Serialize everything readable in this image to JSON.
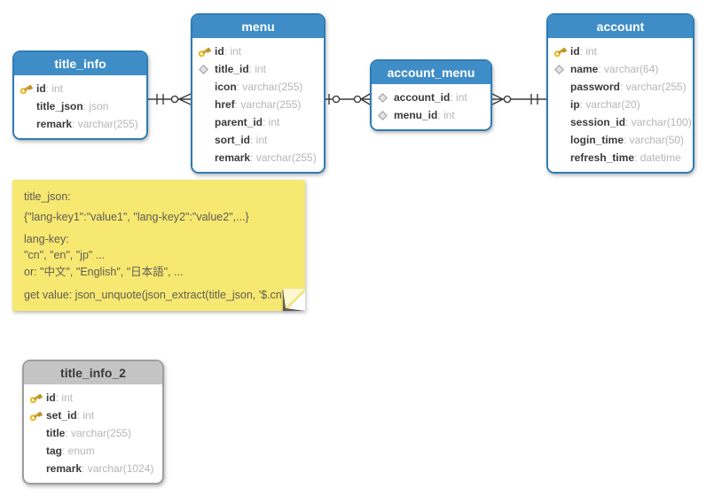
{
  "diagram_type": "database-er-diagram",
  "colors": {
    "table_header_blue": "#3F8DC6",
    "table_border_blue": "#2E7CB5",
    "table_header_gray": "#C4C4C4",
    "table_border_gray": "#9E9E9E",
    "note_yellow": "#F7E871",
    "connector_line": "#3A3A3A",
    "field_name_text": "#3A3A3A",
    "field_type_text": "#B5B5B5",
    "key_icon_gold": "#EEBC2F"
  },
  "tables": [
    {
      "title": "title_info",
      "theme": "blue",
      "fields": [
        {
          "icon": "key-icon",
          "name": "id",
          "type": ": int"
        },
        {
          "icon": "none",
          "name": "title_json",
          "type": ": json"
        },
        {
          "icon": "none",
          "name": "remark",
          "type": ": varchar(255)"
        }
      ]
    },
    {
      "title": "menu",
      "theme": "blue",
      "fields": [
        {
          "icon": "key-icon",
          "name": "id",
          "type": ": int"
        },
        {
          "icon": "diamond-icon",
          "name": "title_id",
          "type": ": int"
        },
        {
          "icon": "none",
          "name": "icon",
          "type": ": varchar(255)"
        },
        {
          "icon": "none",
          "name": "href",
          "type": ": varchar(255)"
        },
        {
          "icon": "none",
          "name": "parent_id",
          "type": ": int"
        },
        {
          "icon": "none",
          "name": "sort_id",
          "type": ": int"
        },
        {
          "icon": "none",
          "name": "remark",
          "type": ": varchar(255)"
        }
      ]
    },
    {
      "title": "account_menu",
      "theme": "blue",
      "fields": [
        {
          "icon": "diamond-icon",
          "name": "account_id",
          "type": ": int"
        },
        {
          "icon": "diamond-icon",
          "name": "menu_id",
          "type": ": int"
        }
      ]
    },
    {
      "title": "account",
      "theme": "blue",
      "fields": [
        {
          "icon": "key-icon",
          "name": "id",
          "type": ": int"
        },
        {
          "icon": "diamond-icon",
          "name": "name",
          "type": ": varchar(64)"
        },
        {
          "icon": "none",
          "name": "password",
          "type": ": varchar(255)"
        },
        {
          "icon": "none",
          "name": "ip",
          "type": ": varchar(20)"
        },
        {
          "icon": "none",
          "name": "session_id",
          "type": ": varchar(100)"
        },
        {
          "icon": "none",
          "name": "login_time",
          "type": ": varchar(50)"
        },
        {
          "icon": "none",
          "name": "refresh_time",
          "type": ": datetime"
        }
      ]
    },
    {
      "title": "title_info_2",
      "theme": "gray",
      "fields": [
        {
          "icon": "key-icon",
          "name": "id",
          "type": ": int"
        },
        {
          "icon": "key-icon",
          "name": "set_id",
          "type": ": int"
        },
        {
          "icon": "none",
          "name": "title",
          "type": ": varchar(255)"
        },
        {
          "icon": "none",
          "name": "tag",
          "type": ": enum"
        },
        {
          "icon": "none",
          "name": "remark",
          "type": ": varchar(1024)"
        }
      ]
    }
  ],
  "note": {
    "lines": [
      "title_json:",
      "{\"lang-key1\":\"value1\", \"lang-key2\":\"value2\",...}",
      "lang-key:",
      "\"cn\", \"en\", \"jp\" ...",
      "or: \"中文\", \"English\", \"日本語\", ...",
      "get value: json_unquote(json_extract(title_json, '$.cn')"
    ]
  },
  "connectors": [
    {
      "from": "title_info",
      "to": "menu",
      "from_end": "one ||",
      "to_end": "zero-or-many o<"
    },
    {
      "from": "menu",
      "to": "account_menu",
      "from_end": "one-zero |o",
      "to_end": "zero-or-many o<"
    },
    {
      "from": "account_menu",
      "to": "account",
      "from_end": "zero-or-many >o",
      "to_end": "one ||"
    }
  ]
}
